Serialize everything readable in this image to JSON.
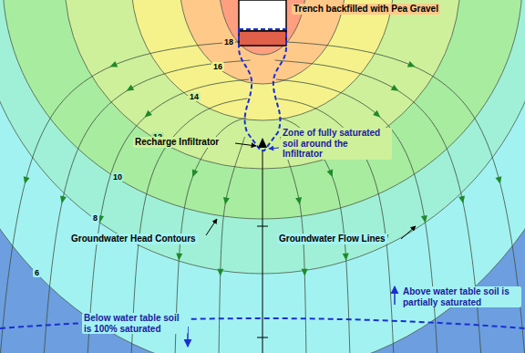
{
  "diagram": {
    "labels": [
      "Trench backfilled with Pea Gravel",
      "18",
      "16",
      "14",
      "12",
      "10",
      "8",
      "6",
      "Recharge Infiltrator",
      "Zone of fully saturated soil around the Infiltrator",
      "Groundwater Head Contours",
      "Groundwater Flow Lines",
      "Above water table soil is partially saturated",
      "Below water table soil is 100% saturated"
    ]
  }
}
